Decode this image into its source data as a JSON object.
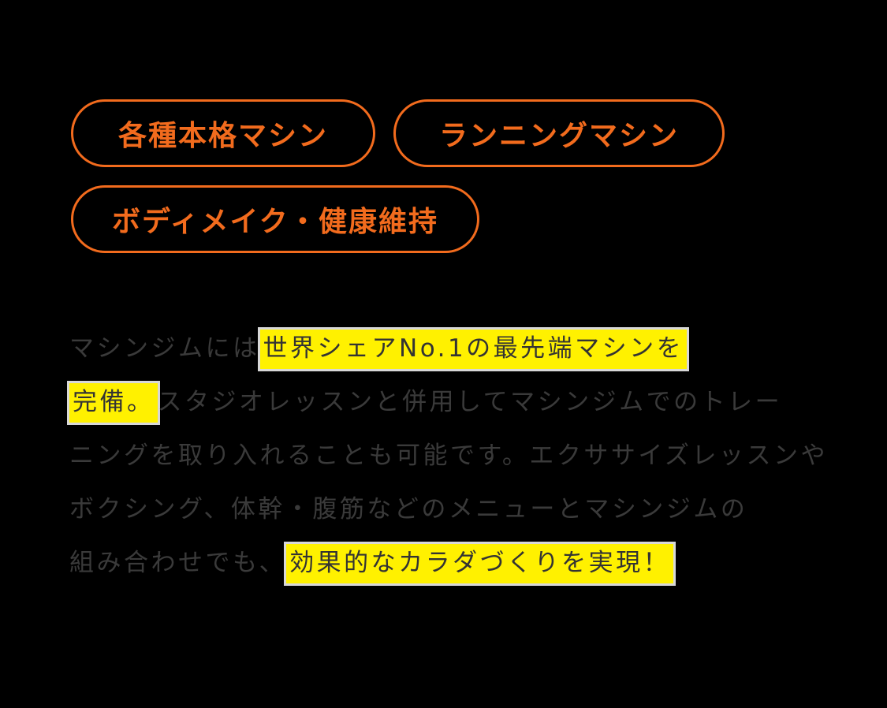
{
  "tags": [
    {
      "label": "各種本格マシン"
    },
    {
      "label": "ランニングマシン"
    },
    {
      "label": "ボディメイク・健康維持"
    }
  ],
  "description": {
    "lines": [
      [
        {
          "text": "マシンジムには",
          "highlight": false
        },
        {
          "text": "世界シェアNo.1の最先端マシンを",
          "highlight": true
        }
      ],
      [
        {
          "text": "完備。",
          "highlight": true
        },
        {
          "text": "スタジオレッスンと併用してマシンジムでのトレー",
          "highlight": false
        }
      ],
      [
        {
          "text": "ニングを取り入れることも可能です。エクササイズレッスンや",
          "highlight": false
        }
      ],
      [
        {
          "text": "ボクシング、体幹・腹筋などのメニューとマシンジムの",
          "highlight": false
        }
      ],
      [
        {
          "text": "組み合わせでも、",
          "highlight": false
        },
        {
          "text": "効果的なカラダづくりを実現！",
          "highlight": true
        }
      ]
    ]
  },
  "colors": {
    "background": "#000000",
    "accent_orange": "#F26B1D",
    "highlight_yellow": "#FFF100",
    "body_text": "#333333"
  }
}
